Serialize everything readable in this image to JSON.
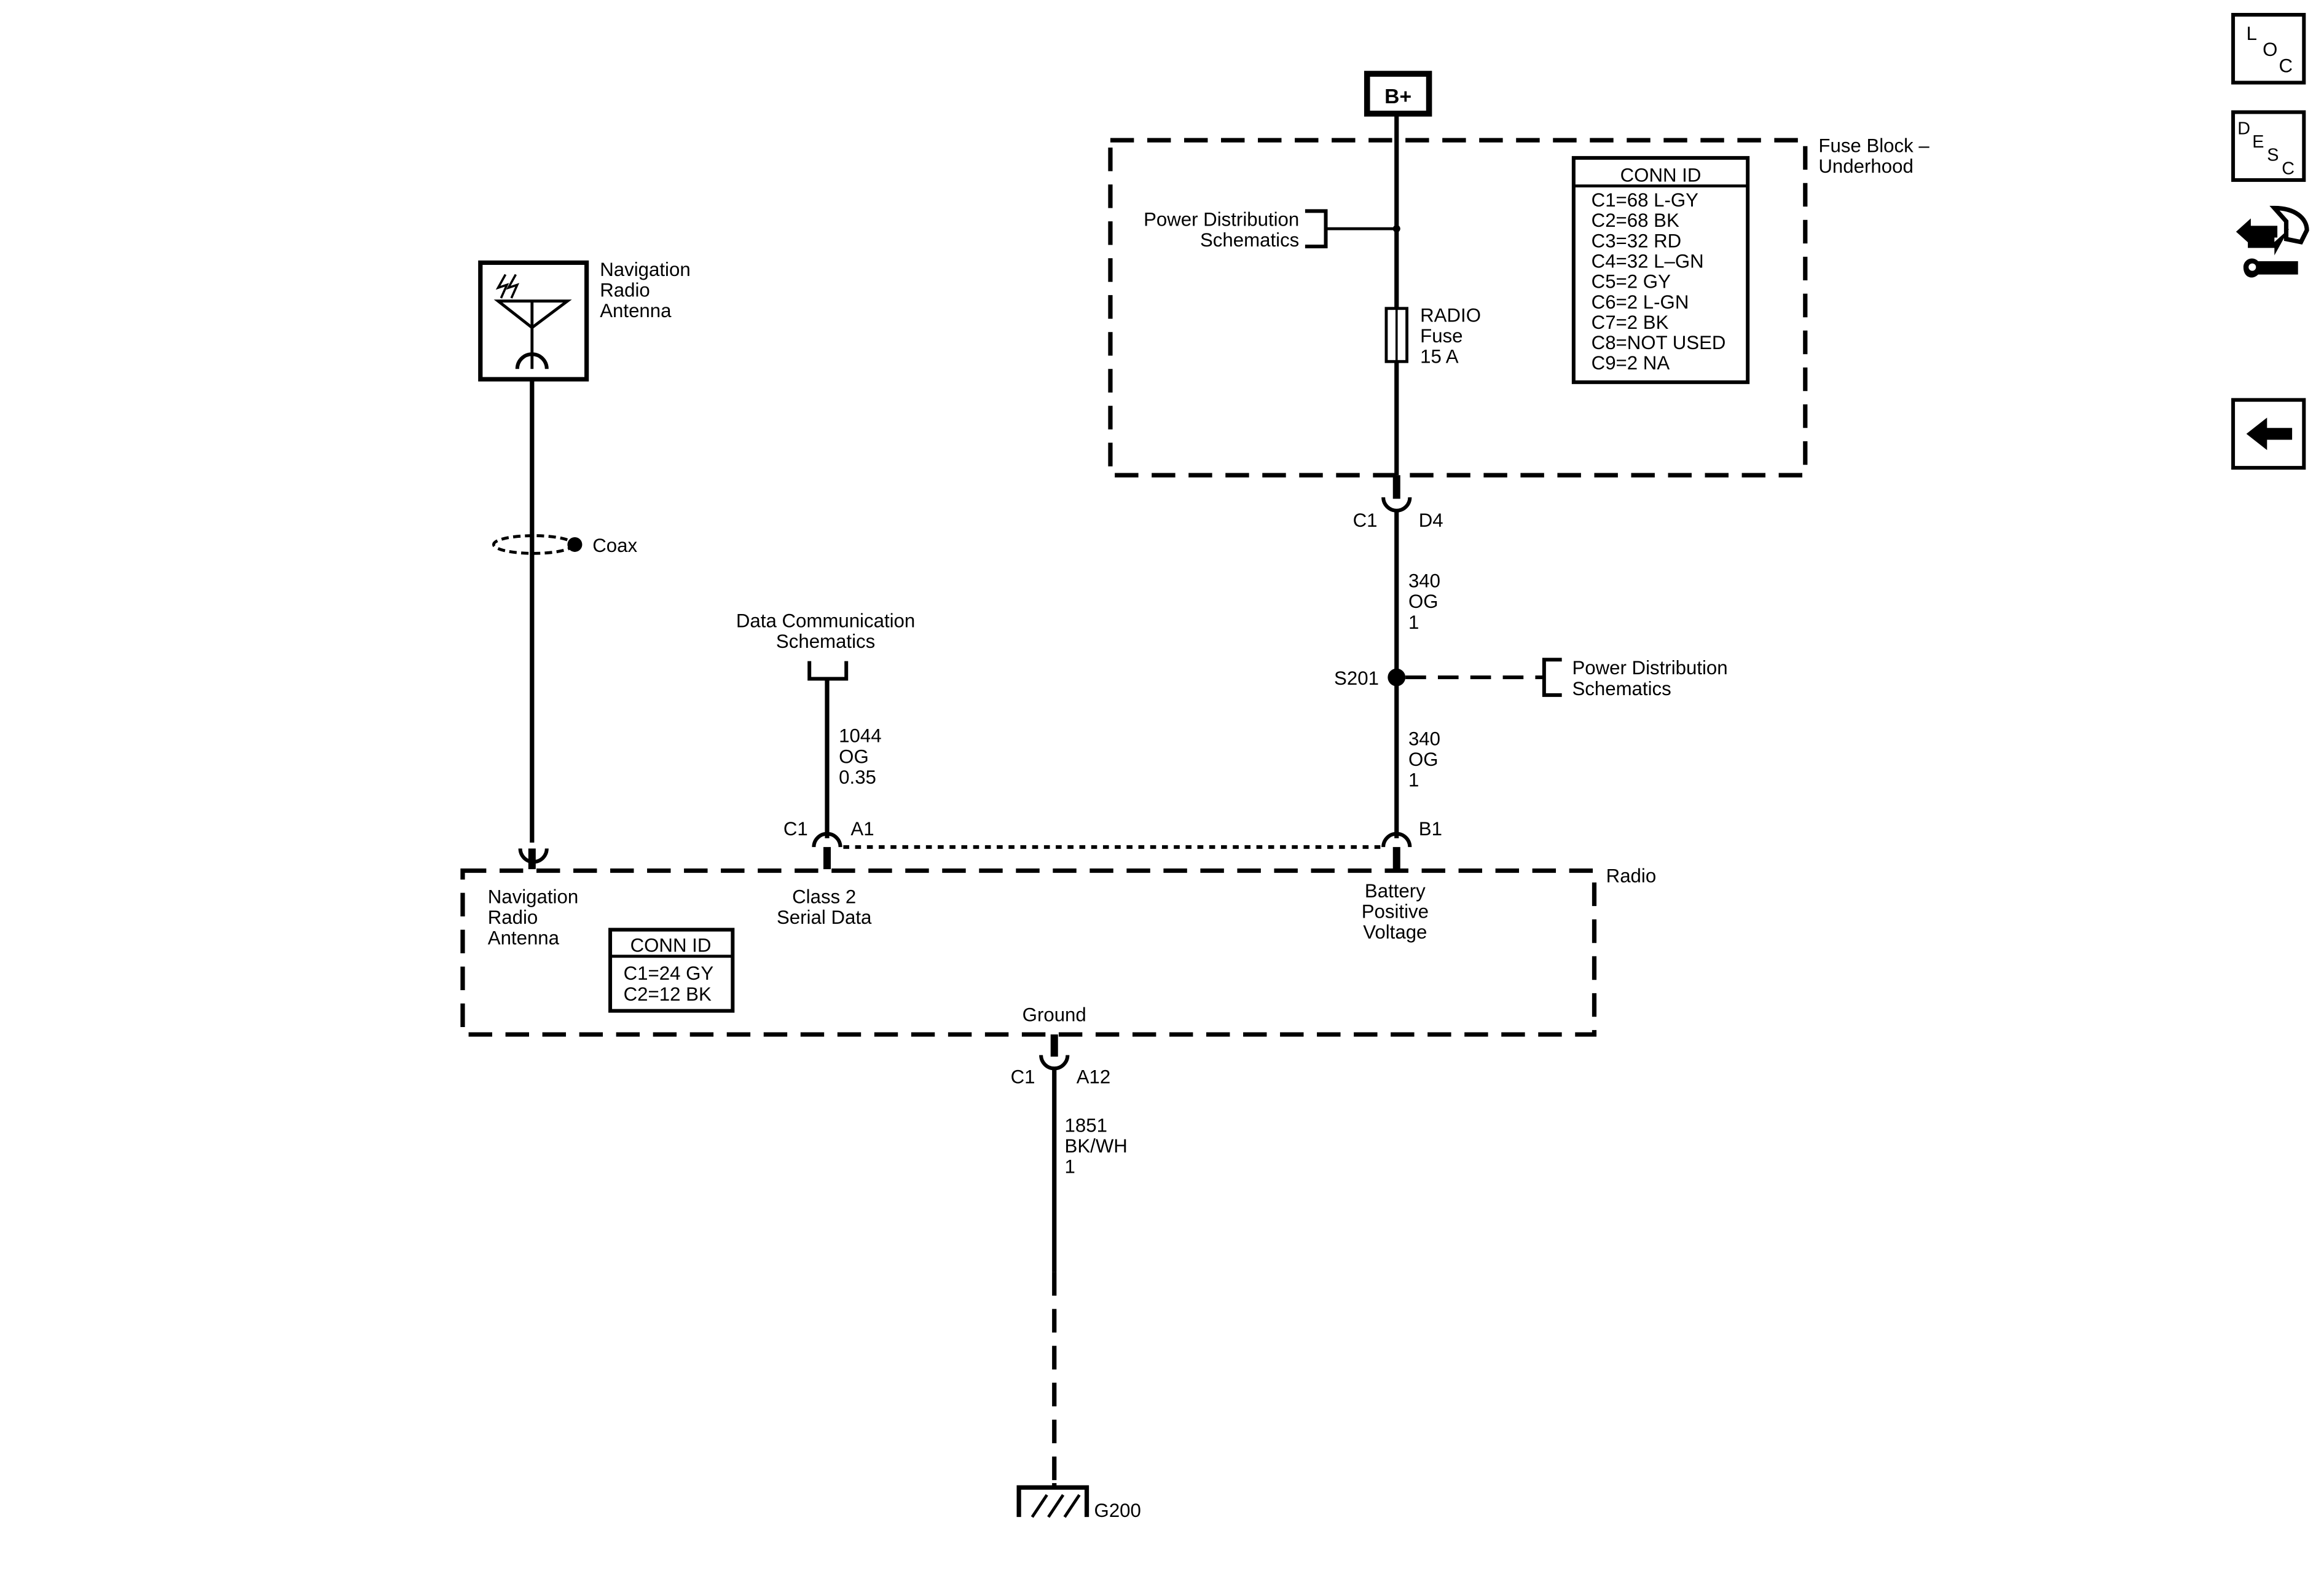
{
  "supply": {
    "label": "B+"
  },
  "fuse_block": {
    "name": "Fuse Block –\nUnderhood",
    "power_dist_ref": "Power Distribution\nSchematics",
    "fuse_label": "RADIO\nFuse\n15 A",
    "conn_id": {
      "title": "CONN ID",
      "entries": [
        "C1=68 L-GY",
        "C2=68 BK",
        "C3=32 RD",
        "C4=32 L–GN",
        "C5=2 GY",
        "C6=2 L-GN",
        "C7=2 BK",
        "C8=NOT USED",
        "C9=2 NA"
      ]
    }
  },
  "connector_c1_d4": {
    "c": "C1",
    "pin": "D4"
  },
  "wire_340_upper": "340\nOG\n1",
  "splice": {
    "label": "S201",
    "ref": "Power Distribution\nSchematics"
  },
  "wire_340_lower": "340\nOG\n1",
  "antenna": {
    "label": "Navigation\nRadio\nAntenna"
  },
  "coax": {
    "label": "Coax"
  },
  "data_comm": {
    "ref": "Data Communication\nSchematics",
    "wire": "1044\nOG\n0.35"
  },
  "radio": {
    "name": "Radio",
    "pin_c1": "C1",
    "pin_a1": "A1",
    "pin_b1": "B1",
    "nav_input": "Navigation\nRadio\nAntenna",
    "serial_data": "Class 2\nSerial Data",
    "battery": "Battery\nPositive\nVoltage",
    "ground": "Ground",
    "conn_id": {
      "title": "CONN ID",
      "entries": [
        "C1=24 GY",
        "C2=12 BK"
      ]
    }
  },
  "ground_connector": {
    "c": "C1",
    "pin": "A12"
  },
  "ground_wire": "1851\nBK/WH\n1",
  "ground_point": {
    "label": "G200"
  },
  "nav_buttons": {
    "loc": {
      "l1": "L",
      "l2": "O",
      "l3": "C"
    },
    "desc": {
      "l1": "D",
      "l2": "E",
      "l3": "S",
      "l4": "C"
    }
  }
}
